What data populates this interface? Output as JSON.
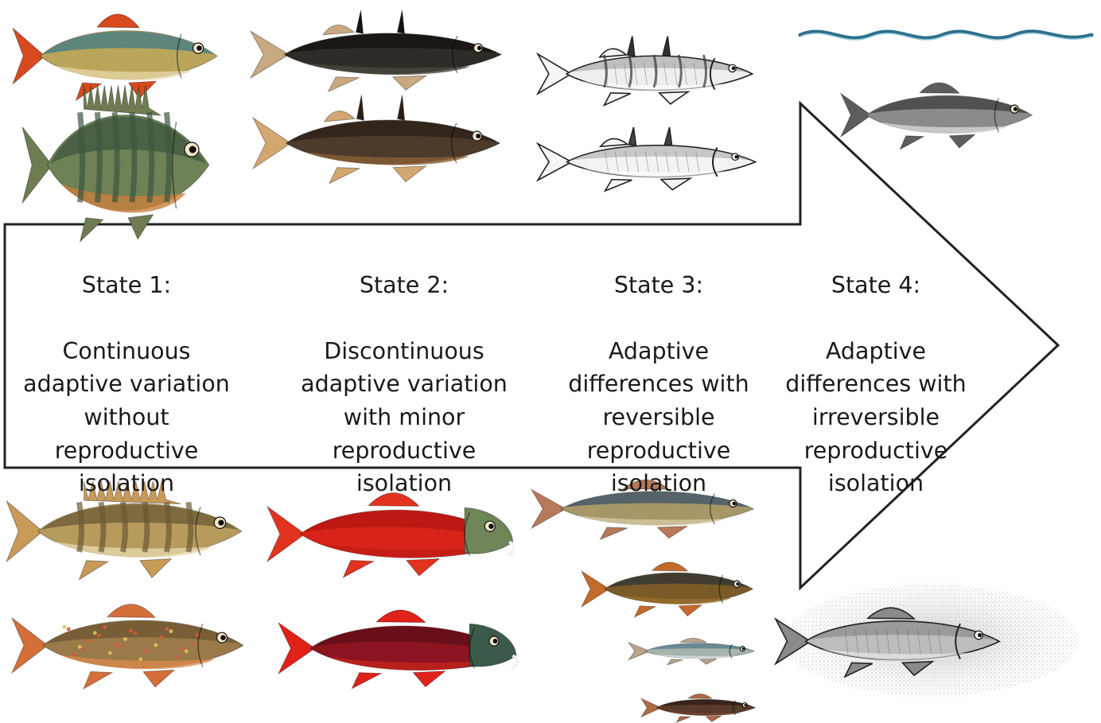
{
  "states": [
    {
      "title": "State 1:",
      "body": "Continuous\nadaptive variation\nwithout\nreproductive\nisolation"
    },
    {
      "title": "State 2:",
      "body": "Discontinuous\nadaptive variation\nwith minor\nreproductive\nisolation"
    },
    {
      "title": "State 3:",
      "body": "Adaptive\ndifferences with\nreversible\nreproductive\nisolation"
    },
    {
      "title": "State 4:",
      "body": "Adaptive\ndifferences with\nirreversible\nreproductive\nisolation"
    }
  ],
  "fish": [
    {
      "id": "rudd",
      "style": "color",
      "body": "#b9a65a",
      "back": "#3f7a88",
      "fin": "#d84a1e",
      "belly": "#e6d5a4",
      "stripes": 0,
      "spots": 0,
      "dorsal": "normal",
      "snout": "round"
    },
    {
      "id": "bluegill",
      "style": "color",
      "body": "#6f8256",
      "back": "#3d5540",
      "fin": "#6e7c52",
      "belly": "#c9803d",
      "stripes": 6,
      "spots": 0,
      "dorsal": "spiny",
      "snout": "round"
    },
    {
      "id": "stickleback-dark-1",
      "style": "color",
      "body": "#2f2b26",
      "back": "#141210",
      "fin": "#c9aa80",
      "belly": "#4b463d",
      "stripes": 0,
      "spots": 0,
      "dorsal": "spines",
      "snout": "pointed"
    },
    {
      "id": "stickleback-dark-2",
      "style": "color",
      "body": "#4c3a2a",
      "back": "#2a1f17",
      "fin": "#d3a770",
      "belly": "#8a5f36",
      "stripes": 0,
      "spots": 0,
      "dorsal": "spines",
      "snout": "pointed"
    },
    {
      "id": "stickleback-sketch-1",
      "style": "sketch",
      "body": "#eeeeee",
      "back": "#333333",
      "fin": "#f5f5f5",
      "belly": "#ffffff",
      "stripes": 5,
      "spots": 0,
      "dorsal": "spines",
      "snout": "round"
    },
    {
      "id": "stickleback-sketch-2",
      "style": "sketch",
      "body": "#f3f3f3",
      "back": "#444444",
      "fin": "#f5f5f5",
      "belly": "#ffffff",
      "stripes": 0,
      "spots": 0,
      "dorsal": "spines",
      "snout": "round"
    },
    {
      "id": "whitefish-gray",
      "style": "color",
      "body": "#8b8b8b",
      "back": "#3d3d3d",
      "fin": "#5d5d5d",
      "belly": "#d6d6d6",
      "stripes": 0,
      "spots": 0,
      "dorsal": "normal",
      "snout": "round"
    },
    {
      "id": "yellow-perch",
      "style": "color",
      "body": "#b69b5c",
      "back": "#6b5a34",
      "fin": "#c99a58",
      "belly": "#e7d7aa",
      "stripes": 6,
      "spots": 0,
      "dorsal": "spiny",
      "snout": "round"
    },
    {
      "id": "brook-trout",
      "style": "color",
      "body": "#9b7a4a",
      "back": "#6b5530",
      "fin": "#d56f3a",
      "belly": "#d88a4a",
      "stripes": 0,
      "spots": 26,
      "dorsal": "normal",
      "snout": "round"
    },
    {
      "id": "sockeye-1",
      "style": "color",
      "body": "#d8231b",
      "back": "#b41512",
      "fin": "#e2331f",
      "belly": "#c11d16",
      "stripes": 0,
      "spots": 0,
      "dorsal": "normal",
      "snout": "hooked",
      "head": "#6f8558"
    },
    {
      "id": "sockeye-2",
      "style": "color",
      "body": "#8b1420",
      "back": "#5d0d18",
      "fin": "#e0221b",
      "belly": "#c3231a",
      "stripes": 0,
      "spots": 0,
      "dorsal": "normal",
      "snout": "hooked",
      "head": "#3b5a4a"
    },
    {
      "id": "char-1",
      "style": "color",
      "body": "#a69768",
      "back": "#3b5268",
      "fin": "#b8795a",
      "belly": "#d6c8a0",
      "stripes": 0,
      "spots": 0,
      "dorsal": "normal",
      "snout": "round"
    },
    {
      "id": "char-2",
      "style": "color",
      "body": "#7a5a26",
      "back": "#2e3434",
      "fin": "#c46a2a",
      "belly": "#9a7030",
      "stripes": 0,
      "spots": 0,
      "dorsal": "normal",
      "snout": "round"
    },
    {
      "id": "char-3",
      "style": "color",
      "body": "#a7b3ad",
      "back": "#557c8e",
      "fin": "#b8a58a",
      "belly": "#d9dfd9",
      "stripes": 0,
      "spots": 0,
      "dorsal": "normal",
      "snout": "round"
    },
    {
      "id": "char-4",
      "style": "color",
      "body": "#5a3a28",
      "back": "#2e1e16",
      "fin": "#b06a42",
      "belly": "#6e4530",
      "stripes": 0,
      "spots": 0,
      "dorsal": "normal",
      "snout": "round"
    },
    {
      "id": "whitefish-stipple",
      "style": "sketch",
      "body": "#bdbdbd",
      "back": "#333333",
      "fin": "#8a8a8a",
      "belly": "#eeeeee",
      "stripes": 0,
      "spots": 0,
      "dorsal": "normal",
      "snout": "round"
    }
  ]
}
